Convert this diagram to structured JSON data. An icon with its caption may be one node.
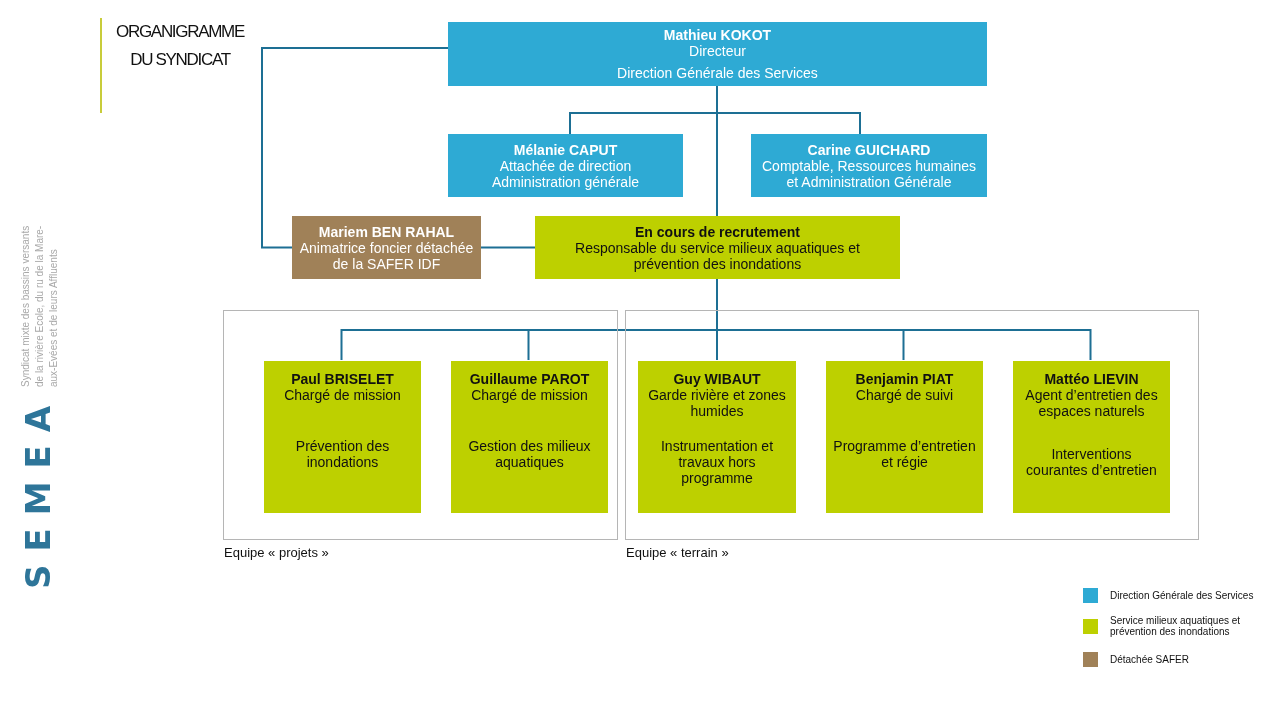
{
  "diagram": {
    "title": "ORGANIGRAMME DU SYNDICAT",
    "nodes": [
      {
        "text": [
          "Mathieu KOKOT",
          "Directeur",
          "Direction Générale des Services"
        ]
      },
      {
        "text": [
          "Mélanie CAPUT",
          "Attachée de direction",
          "Administration générale"
        ]
      },
      {
        "text": [
          "Carine GUICHARD",
          "Comptable, Ressources humaines et Administration Générale"
        ]
      },
      {
        "text": [
          "Mariem BEN RAHAL",
          "Animatrice foncier détachée de la SAFER IDF"
        ]
      },
      {
        "text": [
          "En cours de recrutement",
          "Responsable du service milieux aquatiques et prévention des inondations"
        ]
      },
      {
        "text": [
          "Equipe « projets »"
        ]
      },
      {
        "text": [
          "Equipe « terrain »"
        ]
      },
      {
        "text": [
          "Paul BRISELET",
          "Chargé de mission",
          "Prévention des inondations"
        ],
        "in": 5
      },
      {
        "text": [
          "Guillaume PAROT",
          "Chargé de mission",
          "Gestion des milieux aquatiques"
        ],
        "in": 5
      },
      {
        "text": [
          "Guy WIBAUT",
          "Garde rivière et zones humides",
          "Instrumentation et travaux hors programme"
        ],
        "in": 6
      },
      {
        "text": [
          "Benjamin PIAT",
          "Chargé de suivi",
          "Programme d’entretien et régie"
        ],
        "in": 6
      },
      {
        "text": [
          "Mattéo LIEVIN",
          "Agent d’entretien des espaces naturels",
          "Interventions courantes d’entretien"
        ],
        "in": 6
      }
    ],
    "edges": [
      {
        "from": 0,
        "to": 1,
        "arrow": "none"
      },
      {
        "from": 0,
        "to": 2,
        "arrow": "none"
      },
      {
        "from": 0,
        "to": 4,
        "arrow": "none"
      },
      {
        "from": 0,
        "to": 3,
        "arrow": "none"
      },
      {
        "from": 3,
        "to": 4,
        "arrow": "none"
      },
      {
        "from": 4,
        "to": 7,
        "arrow": "none"
      },
      {
        "from": 4,
        "to": 8,
        "arrow": "none"
      },
      {
        "from": 4,
        "to": 9,
        "arrow": "none"
      },
      {
        "from": 4,
        "to": 10,
        "arrow": "none"
      },
      {
        "from": 4,
        "to": 11,
        "arrow": "none"
      }
    ],
    "labels": [
      "Syndicat mixte des bassins versants de la rivière Ecole, du ru de la Mare-aux-Evées et de leurs Affluents",
      "SEMEA"
    ],
    "legend": [
      {
        "text": "Direction Générale des Services",
        "color": "#2eaad4"
      },
      {
        "text": "Service milieux aquatiques et prévention des inondations",
        "color": "#bdd000"
      },
      {
        "text": "Détachée SAFER",
        "color": "#a08158"
      }
    ]
  }
}
